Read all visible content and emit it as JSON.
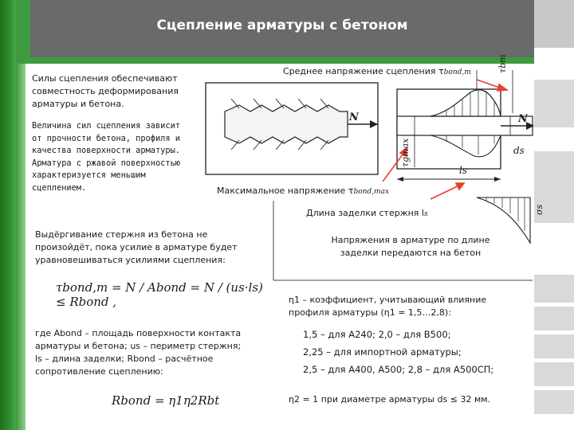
{
  "header": {
    "title": "Сцепление арматуры с бетоном"
  },
  "left": {
    "para1": [
      "Силы сцепления обеспечивают",
      "совместность деформирования",
      "арматуры и бетона."
    ],
    "para2": [
      "Величина сил сцепления зависит",
      "от прочности бетона, профиля и",
      "качества поверхности арматуры.",
      "Арматура с ржавой поверхностью",
      "характеризуется меньшим",
      "сцеплением."
    ]
  },
  "diagram": {
    "avg_label": "Среднее напряжение сцепления τ",
    "avg_sub": "bond,m",
    "max_label": "Максимальное напряжение τ",
    "max_sub": "bond,max",
    "length_label": "Длина заделки стержня l",
    "length_sub": "s",
    "label_N1": "N",
    "label_N2": "N",
    "label_tbm": "τbm",
    "label_tgmax": "τgmax",
    "label_ds": "ds",
    "label_ls": "ls",
    "label_sigma": "σs"
  },
  "middle": {
    "pullout": [
      "Выдёргивание стержня из бетона не",
      "произойдёт, пока усилие в арматуре будет",
      "уравновешиваться усилиями сцепления:"
    ],
    "formula_main": "τbond,m = N / Abond = N / (us·ls) ≤ Rbond ,",
    "where": [
      "где Abond – площадь поверхности контакта",
      "арматуры и бетона; us – периметр стержня;",
      "ls – длина заделки; Rbond – расчётное",
      "сопротивление сцеплению:"
    ],
    "formula_bond": "Rbond = η1η2Rbt"
  },
  "right": {
    "transfer": [
      "Напряжения в арматуре по длине",
      "заделки передаются на бетон"
    ],
    "eta1_intro": [
      "η1 – коэффициент, учитывающий влияние",
      "профиля арматуры (η1 = 1,5…2,8):"
    ],
    "eta_values": [
      "1,5 – для А240; 2,0 – для В500;",
      "2,25 – для импортной арматуры;",
      "2,5 – для А400, А500; 2,8 – для А500СП;"
    ],
    "eta2": "η2 = 1 при диаметре арматуры ds ≤ 32 мм."
  },
  "colors": {
    "header_bg": "#6a6a6a",
    "accent_green": "#3f9b3f",
    "arrow_red": "#e8402a",
    "side_gray": "#d9d9d9"
  }
}
